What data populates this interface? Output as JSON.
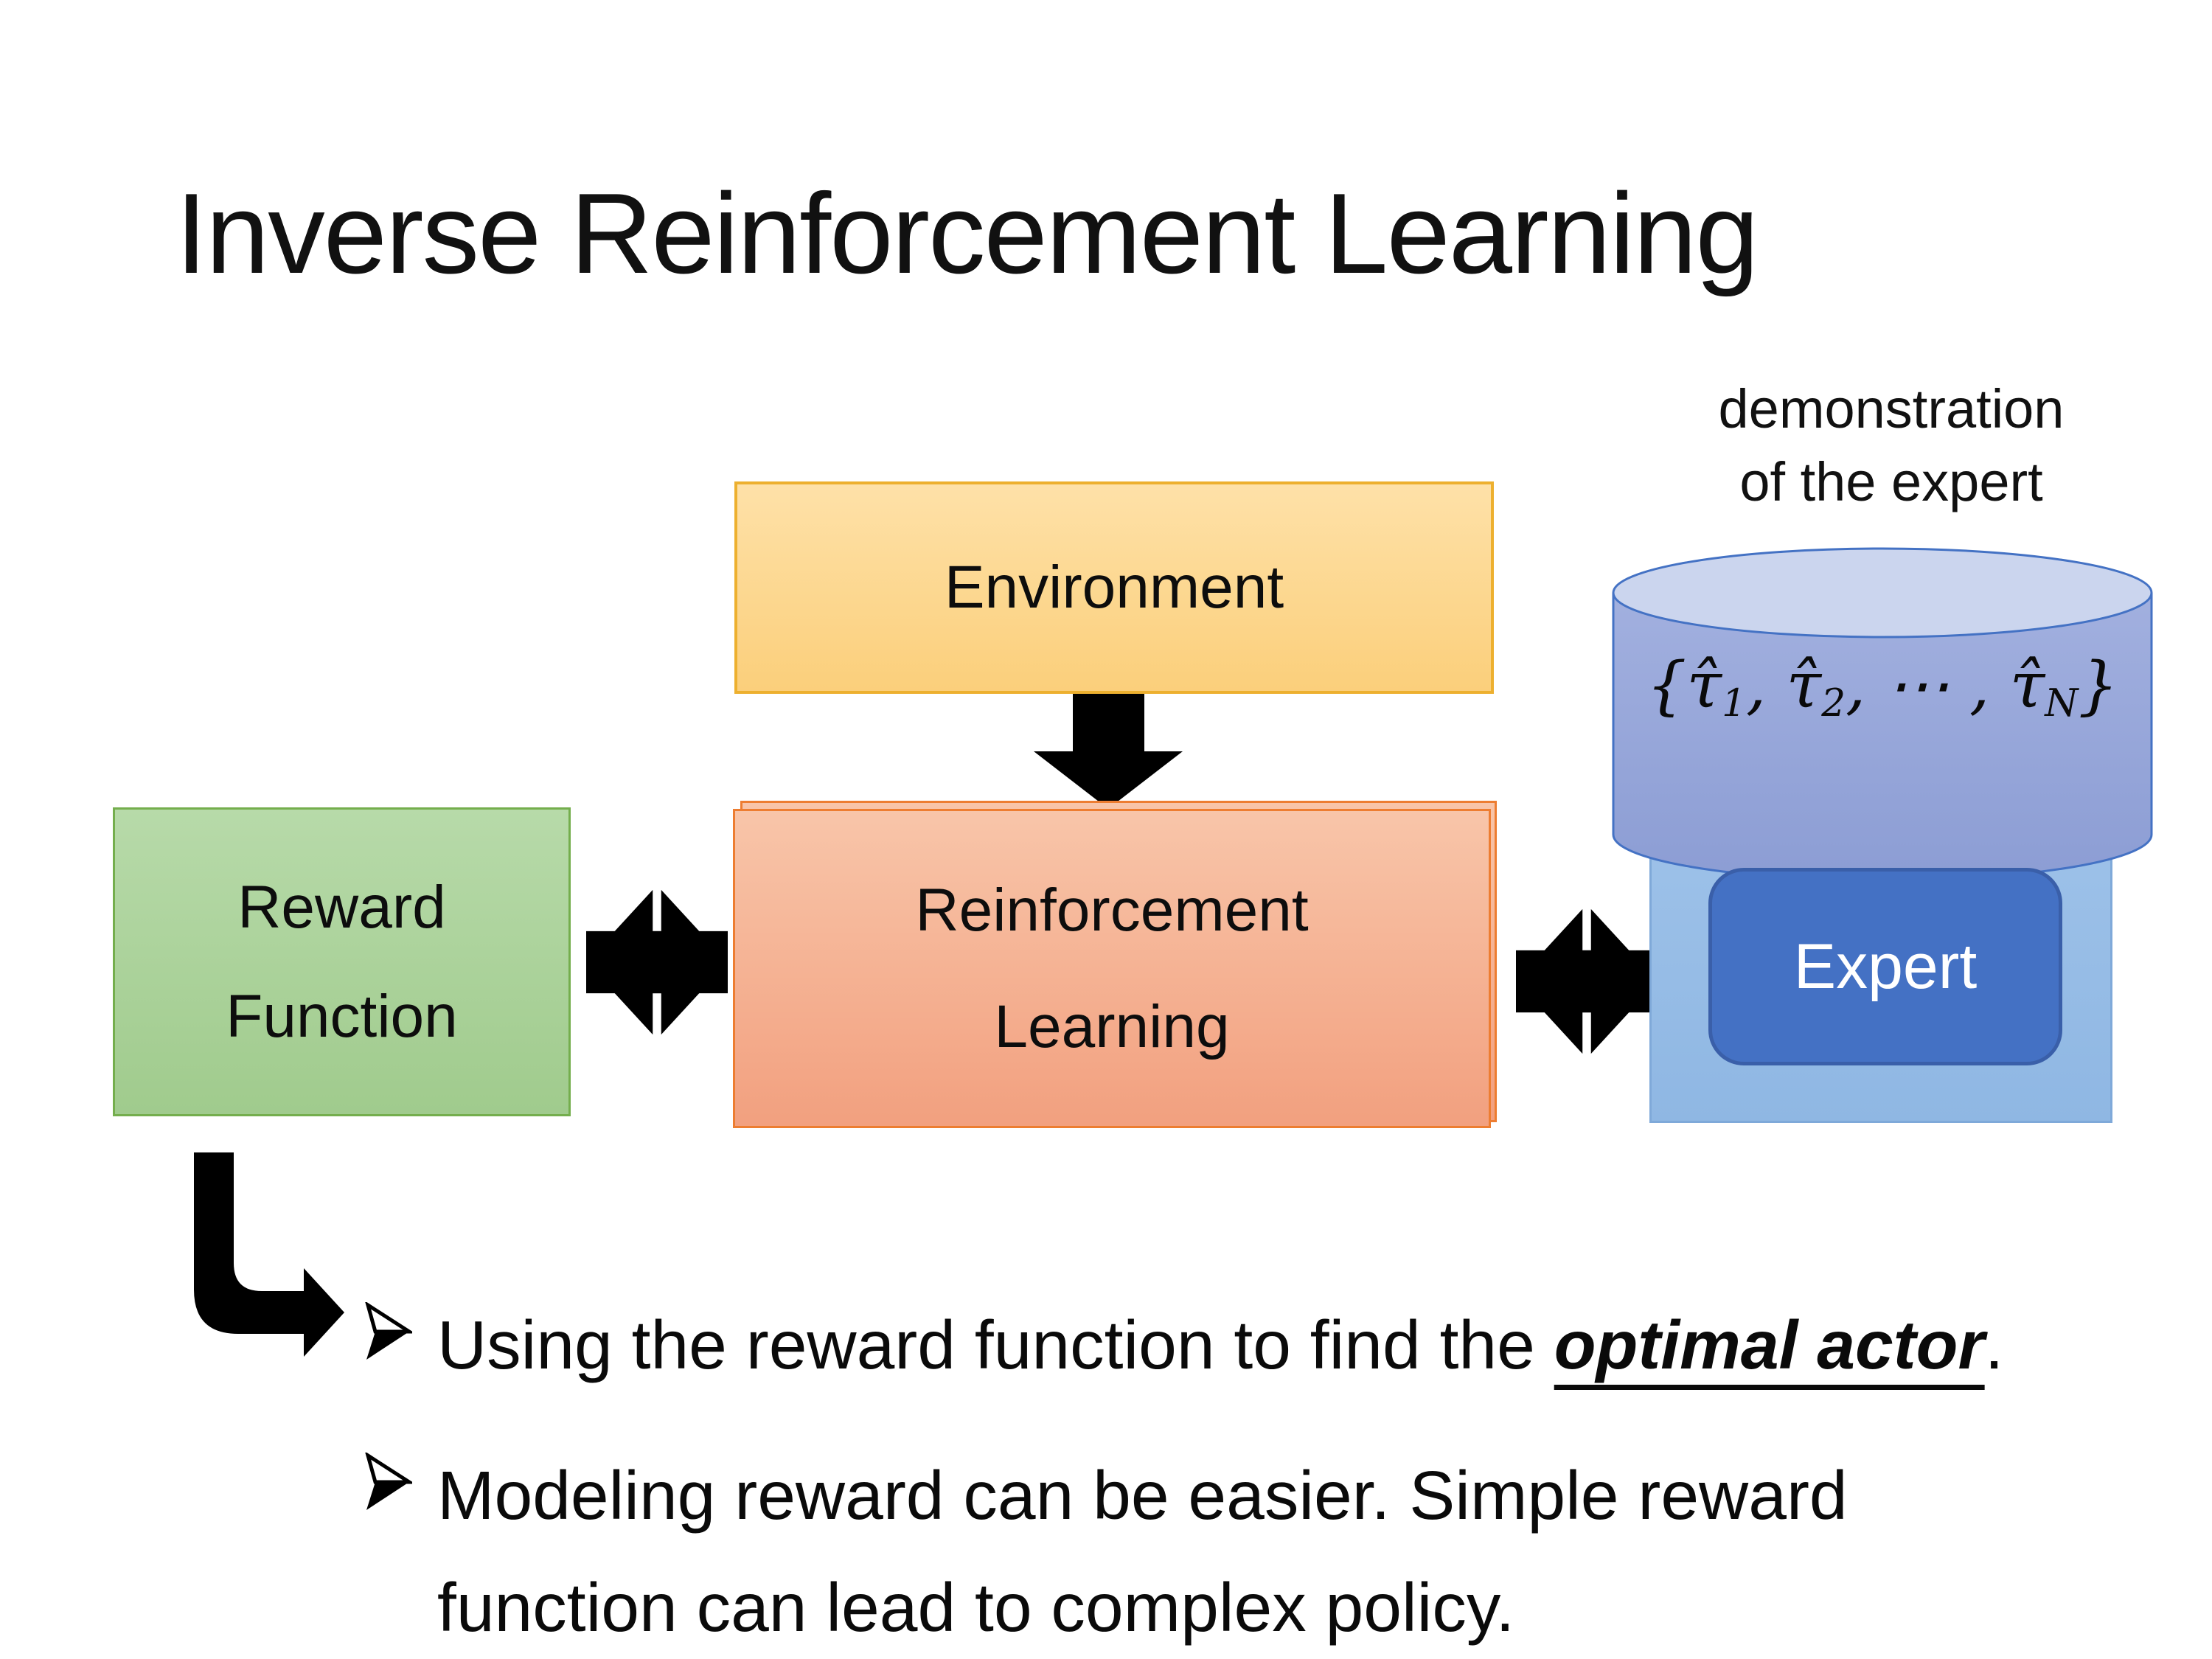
{
  "slide": {
    "title": "Inverse Reinforcement Learning"
  },
  "demo_label": {
    "line1": "demonstration",
    "line2": "of the expert"
  },
  "boxes": {
    "environment": {
      "label": "Environment"
    },
    "reward_function": {
      "line1": "Reward",
      "line2": "Function"
    },
    "reinforcement_learning": {
      "line1": "Reinforcement",
      "line2": "Learning"
    },
    "expert": {
      "label": "Expert"
    }
  },
  "formula": {
    "brace_open": "{",
    "tau1": "τ̂",
    "sub1": "1",
    "sep1": ", ",
    "tau2": "τ̂",
    "sub2": "2",
    "sep2": ", ⋯ , ",
    "tau3": "τ̂",
    "subN": "N",
    "brace_close": "}"
  },
  "bullets": {
    "marker_glyph": "➢",
    "item1": {
      "text_before": "Using the reward function to find the ",
      "emphasis": "optimal actor",
      "text_after": "."
    },
    "item2": {
      "line1": "Modeling reward can be easier. Simple reward",
      "line2": "function can lead to complex policy."
    }
  },
  "icons": {
    "down_arrow": "thick black down block arrow",
    "double_arrow": "thick black double-headed horizontal arrow",
    "elbow_arrow": "thick black bent arrow (down then right)",
    "bullet_arrow": "three-d rightwards arrowhead bullet"
  },
  "colors": {
    "env_fill_top": "#FEE1A8",
    "env_fill_bottom": "#FBCF7B",
    "env_border": "#EDB02F",
    "green_fill_top": "#B7DAA9",
    "green_fill_bottom": "#A0CB8D",
    "green_border": "#74AE4D",
    "rl_fill_top": "#F8C5A9",
    "rl_fill_bottom": "#F2A07F",
    "rl_border": "#ED7D31",
    "panel_fill_top": "#9EC2E9",
    "panel_fill_bottom": "#8FB7E3",
    "panel_border": "#7FA9D9",
    "cyl_fill_top": "#A2B0DF",
    "cyl_fill_bottom": "#8C9DD4",
    "cyl_top_fill": "#CBD5EE",
    "cyl_border": "#4472C4",
    "expert_fill": "#4471C4",
    "expert_border": "#3A5FA9",
    "expert_text": "#FFFFFF",
    "arrow_black": "#000000",
    "text": "#0D0D0D"
  }
}
